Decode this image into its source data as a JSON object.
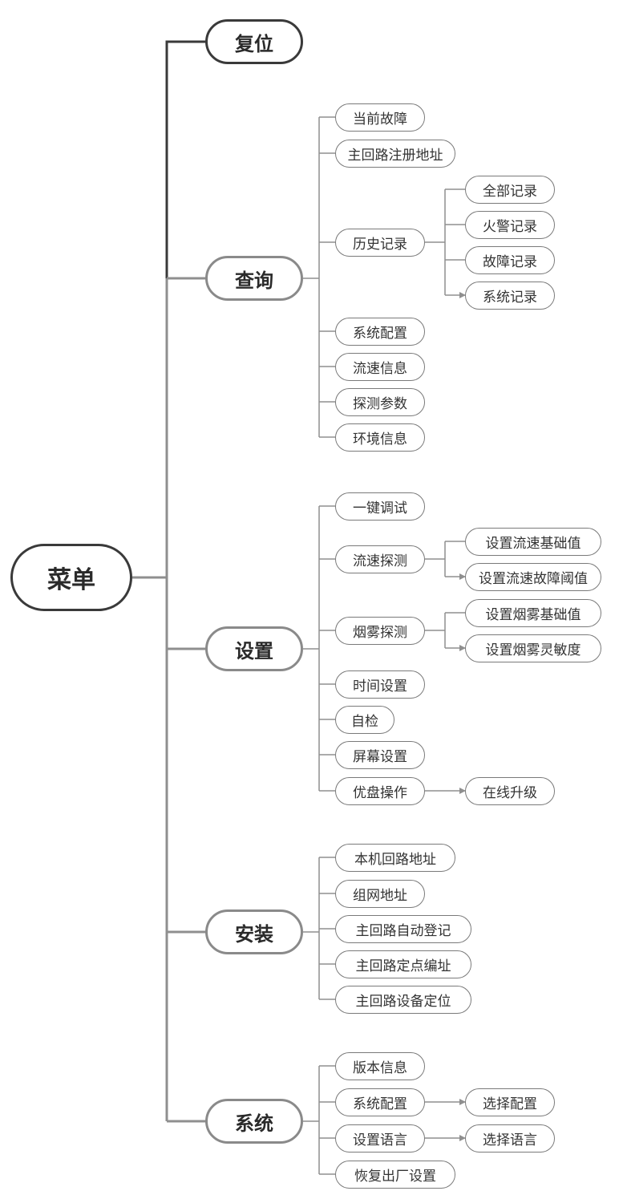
{
  "root": {
    "label": "菜单"
  },
  "reset": {
    "label": "复位"
  },
  "query": {
    "label": "查询",
    "items": [
      "当前故障",
      "主回路注册地址",
      "历史记录",
      "系统配置",
      "流速信息",
      "探测参数",
      "环境信息"
    ],
    "history": [
      "全部记录",
      "火警记录",
      "故障记录",
      "系统记录"
    ]
  },
  "settings": {
    "label": "设置",
    "items": [
      "一键调试",
      "流速探测",
      "烟雾探测",
      "时间设置",
      "自检",
      "屏幕设置",
      "优盘操作"
    ],
    "flow": [
      "设置流速基础值",
      "设置流速故障阈值"
    ],
    "smoke": [
      "设置烟雾基础值",
      "设置烟雾灵敏度"
    ],
    "usb": [
      "在线升级"
    ]
  },
  "install": {
    "label": "安装",
    "items": [
      "本机回路地址",
      "组网地址",
      "主回路自动登记",
      "主回路定点编址",
      "主回路设备定位"
    ]
  },
  "system": {
    "label": "系统",
    "items": [
      "版本信息",
      "系统配置",
      "设置语言",
      "恢复出厂设置"
    ],
    "config": [
      "选择配置"
    ],
    "language": [
      "选择语言"
    ]
  },
  "colors": {
    "dark_line": "#3a3a3a",
    "light_line": "#8f8f8f",
    "text": "#333333"
  }
}
